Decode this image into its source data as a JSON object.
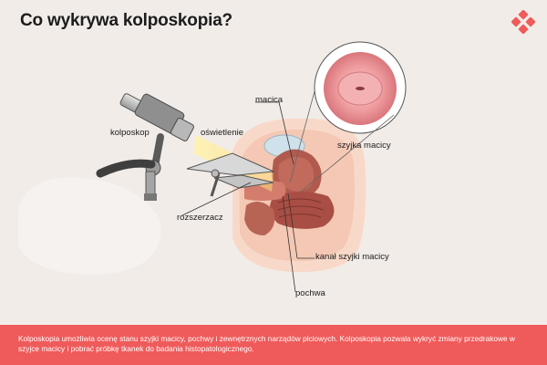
{
  "header": {
    "title": "Co wykrywa kolposkopia?"
  },
  "brand": {
    "logo_color": "#ef5a5a"
  },
  "diagram": {
    "labels": {
      "kolposkop": "kolposkop",
      "oswietlenie": "oświetlenie",
      "macica": "macica",
      "szyjka_macicy": "szyjka macicy",
      "rozszerzacz": "rozszerzacz",
      "kanal_szyjki_macicy": "kanał szyjki macicy",
      "pochwa": "pochwa"
    }
  },
  "footer": {
    "text": "Kolposkopia umożliwia ocenę stanu szyjki macicy, pochwy i zewnętrznych narządów płciowych. Kolposkopia pozwala wykryć zmiany przedrakowe w szyjce macicy i pobrać próbkę tkanek do badania histopatologicznego.",
    "background": "#ef5a5a"
  }
}
